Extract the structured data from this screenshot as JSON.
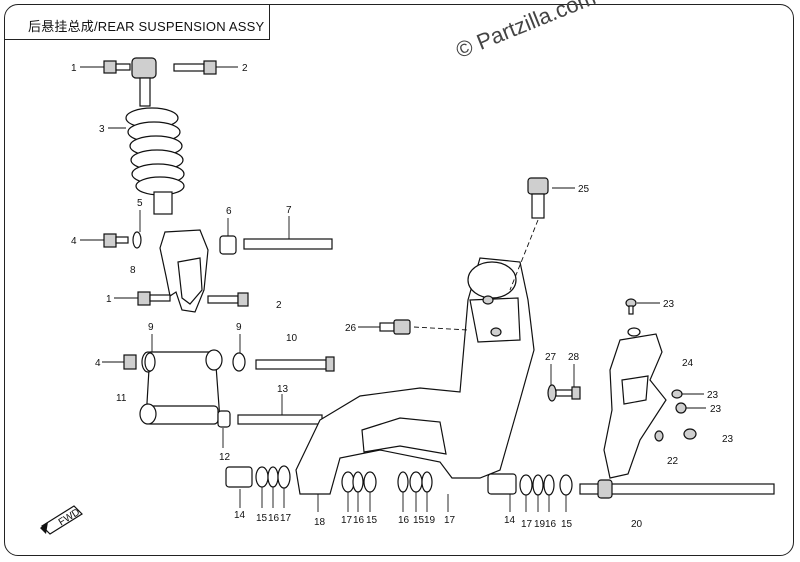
{
  "header": {
    "title": "后悬挂总成/REAR SUSPENSION  ASSY"
  },
  "watermark": {
    "text": "© Partzilla.com"
  },
  "fwd_badge": {
    "text": "FWD"
  },
  "callouts": [
    "1",
    "2",
    "3",
    "5",
    "6",
    "7",
    "4",
    "8",
    "1",
    "2",
    "9",
    "9",
    "10",
    "4",
    "11",
    "13",
    "12",
    "25",
    "26",
    "23",
    "27",
    "28",
    "24",
    "23",
    "23",
    "23",
    "22",
    "14",
    "15",
    "16",
    "17",
    "18",
    "17",
    "16",
    "15",
    "16",
    "15",
    "19",
    "17",
    "14",
    "17",
    "19",
    "16",
    "15",
    "20"
  ]
}
